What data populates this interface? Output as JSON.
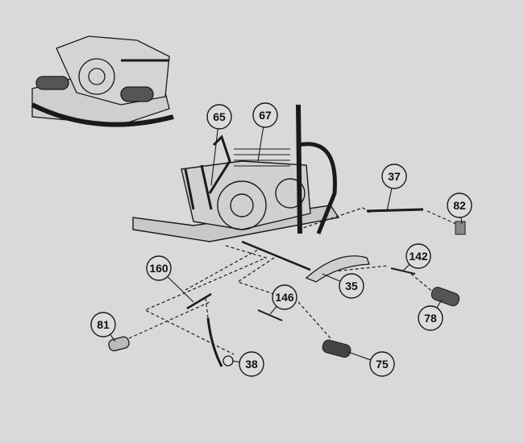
{
  "diagram": {
    "type": "exploded parts diagram",
    "colors": {
      "background": "#d9d9d9",
      "ink": "#1a1a1a"
    },
    "callouts": [
      {
        "label": "65"
      },
      {
        "label": "67"
      },
      {
        "label": "37"
      },
      {
        "label": "82"
      },
      {
        "label": "142"
      },
      {
        "label": "35"
      },
      {
        "label": "78"
      },
      {
        "label": "160"
      },
      {
        "label": "146"
      },
      {
        "label": "81"
      },
      {
        "label": "38"
      },
      {
        "label": "75"
      }
    ]
  }
}
